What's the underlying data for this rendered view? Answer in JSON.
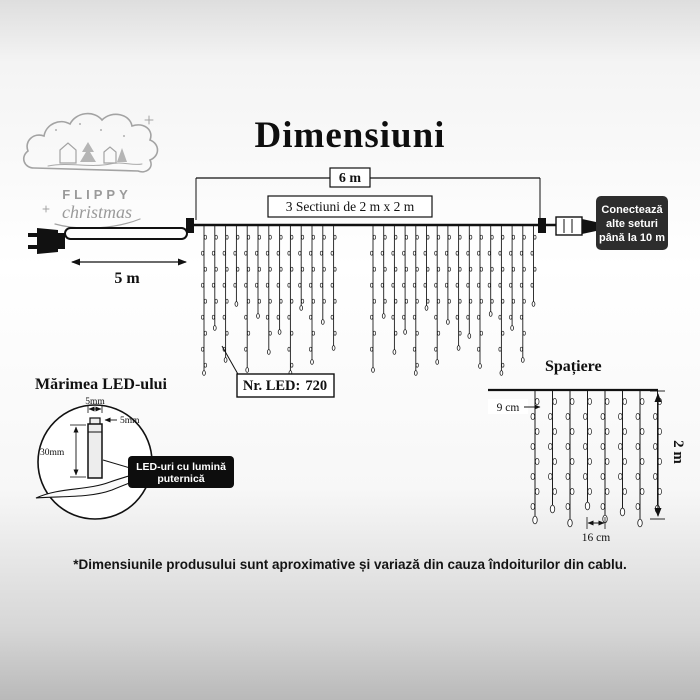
{
  "page": {
    "title": "Dimensiuni",
    "footnote": "*Dimensiunile produsului sunt aproximative și variază din cauza îndoiturilor din cablu."
  },
  "logo": {
    "brand": "FLIPPY",
    "sub": "christmas"
  },
  "curtain": {
    "total_length": "6 m",
    "sections": "3 Sectiuni de 2 m x 2 m",
    "lead_length": "5 m",
    "led_count_label": "Nr. LED:",
    "led_count_value": "720",
    "connect_note": {
      "lines": [
        "Conectează",
        "alte seturi",
        "până la 10 m"
      ]
    }
  },
  "led_size": {
    "title": "Mărimea LED-ului",
    "top_width": "5mm",
    "cap_width": "5mm",
    "height": "30mm",
    "callout_lines": [
      "LED-uri cu lumină",
      "puternică"
    ]
  },
  "spacing": {
    "title": "Spațiere",
    "led_gap": "9 cm",
    "drop_height": "2 m",
    "string_gap": "16 cm"
  }
}
